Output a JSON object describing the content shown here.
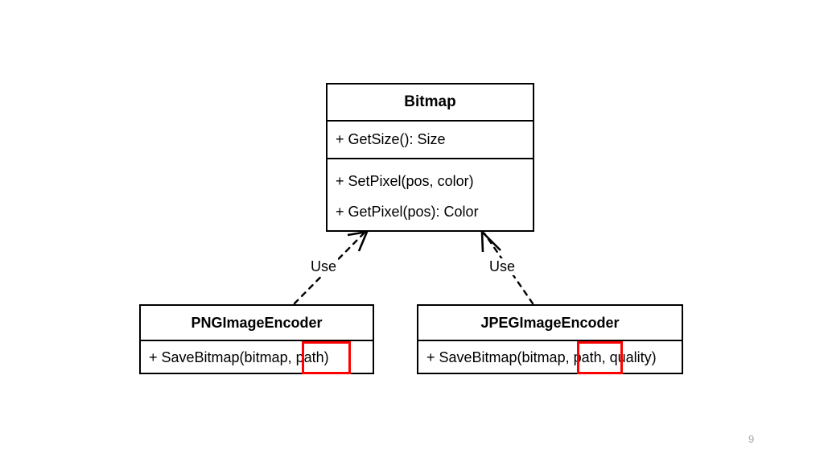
{
  "slide": {
    "page_number": "9",
    "background_color": "#ffffff",
    "highlight_color": "#ff0000",
    "line_color": "#000000"
  },
  "diagram": {
    "type": "uml-class-diagram",
    "classes": [
      {
        "id": "bitmap",
        "name": "Bitmap",
        "compartments": [
          {
            "members": [
              "+ GetSize(): Size"
            ]
          },
          {
            "members": [
              "+ SetPixel(pos, color)",
              "+ GetPixel(pos): Color"
            ]
          }
        ]
      },
      {
        "id": "png-image-encoder",
        "name": "PNGImageEncoder",
        "compartments": [
          {
            "members": [
              "+ SaveBitmap(bitmap, path)"
            ]
          }
        ]
      },
      {
        "id": "jpeg-image-encoder",
        "name": "JPEGImageEncoder",
        "compartments": [
          {
            "members": [
              "+ SaveBitmap(bitmap, path, quality)"
            ]
          }
        ]
      }
    ],
    "relationships": [
      {
        "id": "png-uses-bitmap",
        "label": "Use",
        "style": "dashed",
        "arrowhead": "open",
        "from": "png-image-encoder",
        "to": "bitmap"
      },
      {
        "id": "jpeg-uses-bitmap",
        "label": "Use",
        "style": "dashed",
        "arrowhead": "open",
        "from": "jpeg-image-encoder",
        "to": "bitmap"
      }
    ],
    "annotations": [
      {
        "id": "highlight-png",
        "target": "path)",
        "color": "#ff0000",
        "shape": "rectangle"
      },
      {
        "id": "highlight-jpeg",
        "target": "path,",
        "color": "#ff0000",
        "shape": "rectangle"
      }
    ]
  }
}
